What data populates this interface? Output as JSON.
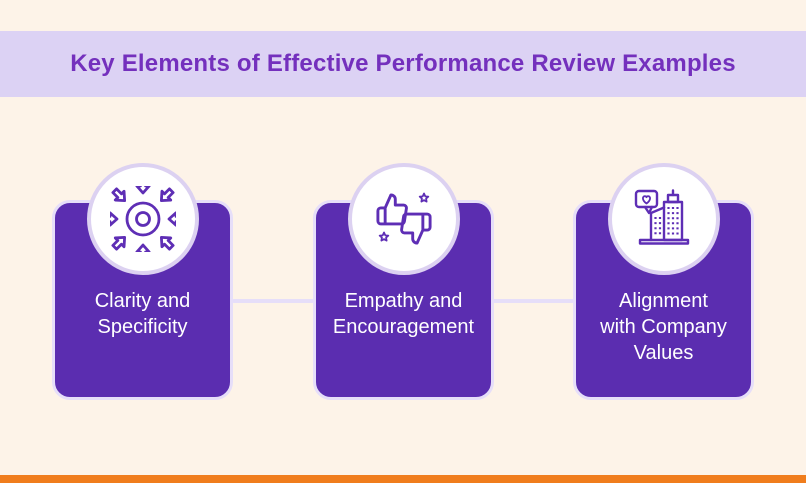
{
  "page": {
    "title": "Key Elements of Effective Performance Review Examples"
  },
  "colors": {
    "background": "#fdf3e8",
    "title_band": "#dcd2f4",
    "title_text": "#7430bd",
    "card": "#5b2db0",
    "card_border": "#e6def9",
    "badge_ring": "#dcd1f1",
    "icon_stroke": "#5e2eb5",
    "card_text": "#ffffff",
    "accent_bar": "#f07d1d"
  },
  "cards": [
    {
      "label": "Clarity and Specificity",
      "icon": "focus-arrows-icon",
      "lines": [
        "Clarity and",
        "Specificity"
      ]
    },
    {
      "label": "Empathy and Encouragement",
      "icon": "double-thumbs-up-icon",
      "lines": [
        "Empathy and",
        "Encouragement"
      ]
    },
    {
      "label": "Alignment with Company Values",
      "icon": "office-buildings-heart-icon",
      "lines": [
        "Alignment",
        "with Company",
        "Values"
      ]
    }
  ]
}
